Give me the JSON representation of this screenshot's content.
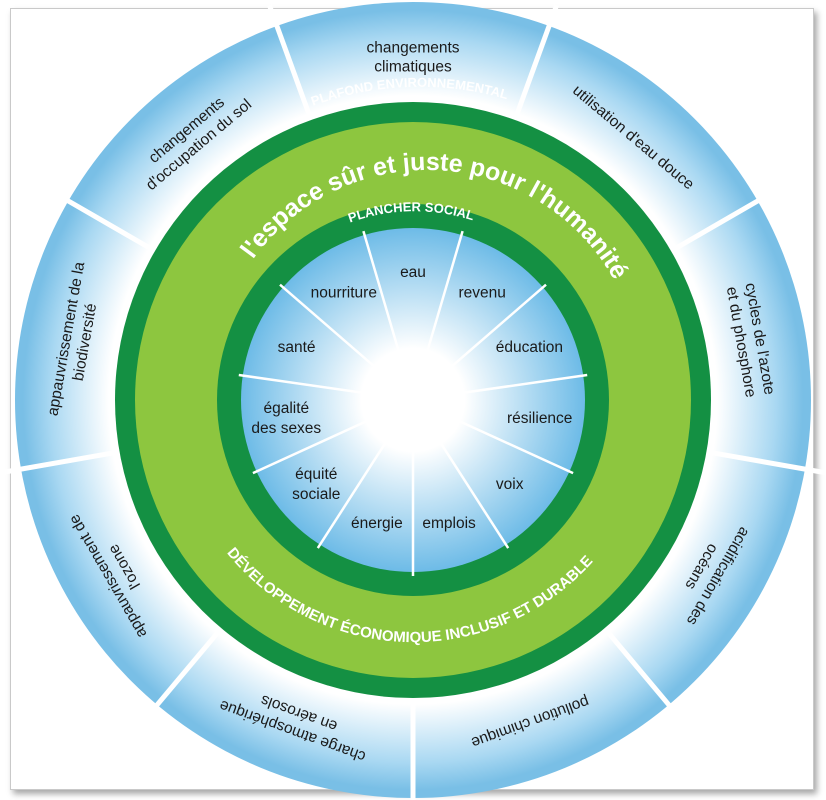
{
  "title": "l'espace sûr et juste pour l'humanité",
  "ceiling_label": "PLAFOND ENVIRONNEMENTAL",
  "floor_label": "PLANCHER SOCIAL",
  "development_label": "DÉVELOPPEMENT ÉCONOMIQUE INCLUSIF ET DURABLE",
  "colors": {
    "dark_green": "#149043",
    "light_green": "#8dc63f",
    "sky_blue": "#7fc4ea",
    "divider": "#ffffff"
  },
  "outer_boundaries": [
    {
      "lines": [
        "changements",
        "climatiques"
      ]
    },
    {
      "lines": [
        "utilisation d'eau douce"
      ]
    },
    {
      "lines": [
        "cycles de l'azote",
        "et du phosphore"
      ]
    },
    {
      "lines": [
        "acidification des",
        "océans"
      ]
    },
    {
      "lines": [
        "pollution chimique"
      ]
    },
    {
      "lines": [
        "charge atmosphérique",
        "en aérosols"
      ]
    },
    {
      "lines": [
        "appauvrissement de",
        "l'ozone"
      ]
    },
    {
      "lines": [
        "appauvrissement de la",
        "biodiversité"
      ]
    },
    {
      "lines": [
        "changements",
        "d'occupation du sol"
      ]
    }
  ],
  "social_foundation": [
    {
      "lines": [
        "eau"
      ]
    },
    {
      "lines": [
        "revenu"
      ]
    },
    {
      "lines": [
        "éducation"
      ]
    },
    {
      "lines": [
        "résilience"
      ]
    },
    {
      "lines": [
        "voix"
      ]
    },
    {
      "lines": [
        "emplois"
      ]
    },
    {
      "lines": [
        "énergie"
      ]
    },
    {
      "lines": [
        "équité",
        "sociale"
      ]
    },
    {
      "lines": [
        "égalité",
        "des sexes"
      ]
    },
    {
      "lines": [
        "santé"
      ]
    },
    {
      "lines": [
        "nourriture"
      ]
    }
  ]
}
